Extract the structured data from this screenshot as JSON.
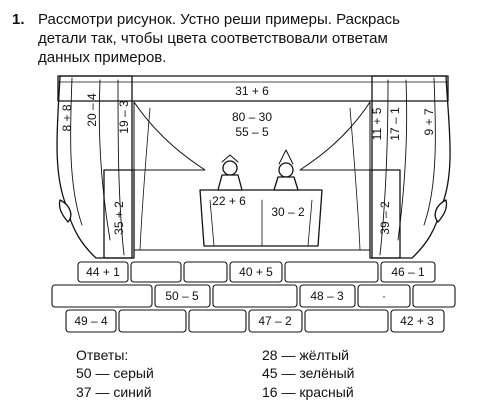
{
  "task": {
    "number": "1.",
    "text_lines": [
      "Рассмотри рисунок. Устно реши примеры. Раскрась",
      "детали так, чтобы цвета соответствовали ответам",
      "данных примеров."
    ]
  },
  "scene": {
    "valance": "31 + 6",
    "center_examples": [
      "80 – 30",
      "55 – 5"
    ],
    "table_left": "22 + 6",
    "table_right": "30 – 2",
    "curtain_left_outer": "8 + 8",
    "curtain_left_mid": "20 – 4",
    "curtain_left_inner": "19 – 3",
    "curtain_right_inner": "11 + 5",
    "curtain_right_mid": "17 – 1",
    "curtain_right_outer": "9 + 7",
    "pillar_left": "35 + 2",
    "pillar_right": "39 – 2",
    "bricks_row1": [
      "44 + 1",
      "",
      "",
      "40 + 5",
      "",
      "46 – 1"
    ],
    "bricks_row2": [
      "",
      "50 – 5",
      "",
      "48 – 3",
      "·",
      ""
    ],
    "bricks_row3": [
      "49 – 4",
      "",
      "",
      "47 – 2",
      "",
      "42 + 3"
    ]
  },
  "answers": {
    "title": "Ответы:",
    "items": [
      "50 — серый",
      "37 — синий",
      "28 — жёлтый",
      "45 — зелёный",
      "16 — красный"
    ]
  }
}
